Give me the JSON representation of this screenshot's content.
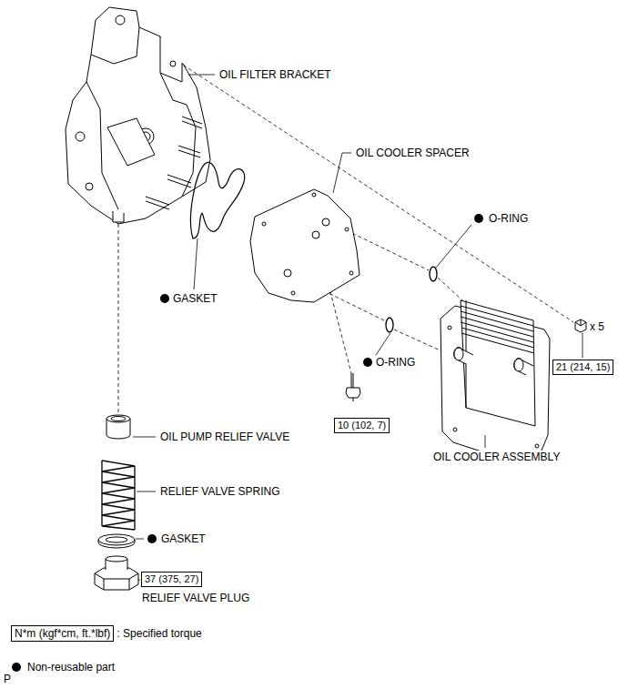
{
  "diagram": {
    "nodes": [
      {
        "text": [
          "21 (214, 15)"
        ]
      },
      {
        "text": [
          "10 (102, 7)"
        ]
      },
      {
        "text": [
          "37 (375, 27)"
        ]
      },
      {
        "text": [
          "N*m (kgf*cm, ft.*lbf)"
        ]
      }
    ],
    "labels": [
      "OIL FILTER BRACKET",
      "OIL COOLER SPACER",
      "O-RING",
      "GASKET",
      "x 5",
      "O-RING",
      "OIL PUMP RELIEF VALVE",
      "OIL COOLER ASSEMBLY",
      "RELIEF VALVE SPRING",
      "GASKET",
      "RELIEF VALVE PLUG",
      "P"
    ],
    "legend": [
      {
        "text": ": Specified torque"
      },
      {
        "text": "Non-reusable part",
        "color": "#000000"
      }
    ]
  }
}
